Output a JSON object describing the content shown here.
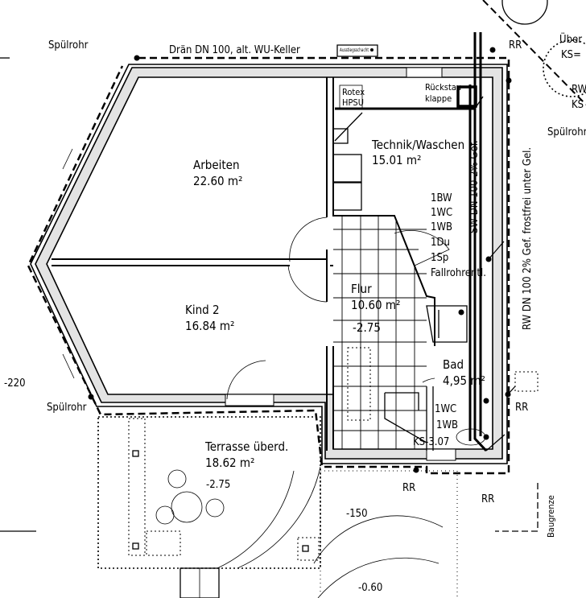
{
  "plan": {
    "top_labels": {
      "spuelrohr_top": "Spülrohr",
      "drain": "Drän DN 100, alt. WU-Keller",
      "drain_box": "Ausstiegsschacht"
    },
    "rooms": {
      "arbeiten": {
        "name": "Arbeiten",
        "area": "22.60 m²"
      },
      "kind2": {
        "name": "Kind 2",
        "area": "16.84 m²"
      },
      "technik": {
        "name": "Technik/Waschen",
        "area": "15.01 m²"
      },
      "flur": {
        "name": "Flur",
        "area": "10.60 m²",
        "level": "-2.75"
      },
      "bad": {
        "name": "Bad",
        "area": "4,95 m²"
      },
      "terrasse": {
        "name": "Terrasse überd.",
        "area": "18.62 m²",
        "level": "-2.75"
      }
    },
    "equipment": {
      "rotex_line1": "Rotex",
      "rotex_line2": "HPSU",
      "rueckstau_line1": "Rückstau",
      "rueckstau_line2": "klappe",
      "fixtures_technik": [
        "1BW",
        "1WC",
        "1WB",
        "1Du",
        "1Sp"
      ],
      "fallrohr": "Fallrohrentl.",
      "fixtures_bad": [
        "1WC",
        "1WB"
      ],
      "ks_level": "KS-3.07"
    },
    "pipes": {
      "sw": "SW DN 100 2% Gef.",
      "rw": "RW DN 100 2% Gef. frostfrei unter Gel."
    },
    "annotations": {
      "rr": "RR",
      "spuelrohr_left": "Spülrohr",
      "level_220": "-220",
      "level_150": "-150",
      "level_060": "-0.60",
      "baugrenze": "Baugrenze",
      "right_uber": "Über",
      "right_ks_eq": "KS=",
      "right_rw": "RW",
      "right_ks": "KS",
      "right_spuelrohr": "Spülrohr"
    }
  }
}
